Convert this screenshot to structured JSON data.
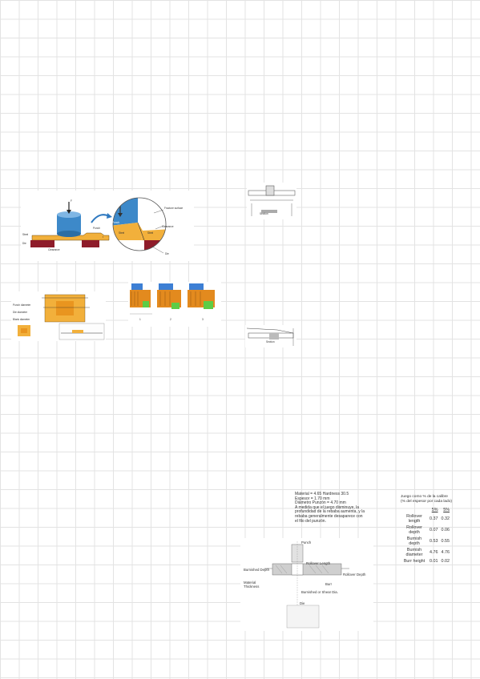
{
  "fig_shear": {
    "labels": {
      "force": "F",
      "punch": "Punch",
      "steel": "Steel",
      "clearance": "Clearance",
      "die": "Die",
      "punch_zoom": "Punch",
      "steel_zoom": "Steel",
      "fracture_surface": "Fracture surface",
      "clearance_zoom": "Clearance",
      "t": "t"
    },
    "colors": {
      "steel": "#f2b03b",
      "punch": "#3d89c9",
      "die": "#8e1c2a"
    }
  },
  "fig_blank": {
    "labels": [
      "Punch diameter",
      "Die diameter",
      "Blank diameter"
    ]
  },
  "fig_stages": {
    "colors": {
      "punch": "#3d7fd4",
      "steel": "#e38a1e",
      "die": "#5dcc46"
    },
    "numbers": [
      "1",
      "2",
      "3"
    ]
  },
  "fig_cross_top": {
    "label": "Section"
  },
  "fig_cross_bottom": {
    "label": "Section"
  },
  "notes": {
    "lines": [
      "Material = 4.65 Hardness 30.5",
      "Espesor = 1.70 mm",
      "Diámetro Punzón = 4.70 mm",
      "A medida que el juego disminuye, la",
      "profundidad de la rebaba aumenta, y la",
      "rebaba generalmente desaparece con",
      "el filo del punzón."
    ]
  },
  "stats": {
    "caption_line1": "Juego como % de la calibre",
    "caption_line2": "(% del espesor por cada lado)",
    "col_headers": [
      "5%",
      "5%"
    ],
    "rows": [
      {
        "label": "Rollover length",
        "v1": "0.37",
        "v2": "0.32"
      },
      {
        "label": "Rollover depth",
        "v1": "0.07",
        "v2": "0.06"
      },
      {
        "label": "Burnish depth",
        "v1": "0.53",
        "v2": "0.55"
      },
      {
        "label": "Burnish diameter",
        "v1": "4.76",
        "v2": "4.76"
      },
      {
        "label": "Burr height",
        "v1": "0.01",
        "v2": "0.02"
      }
    ]
  },
  "fig_profile": {
    "labels": {
      "punch": "Punch",
      "rollover_length": "Rollover Length",
      "burnished_depth": "Burnished Depth",
      "rollover_depth": "Rollover Depth",
      "material_thickness": "Material Thickness",
      "burr": "Burr",
      "burnished_shear_dia": "Burnished or Shear Dia.",
      "die": "Die"
    }
  }
}
